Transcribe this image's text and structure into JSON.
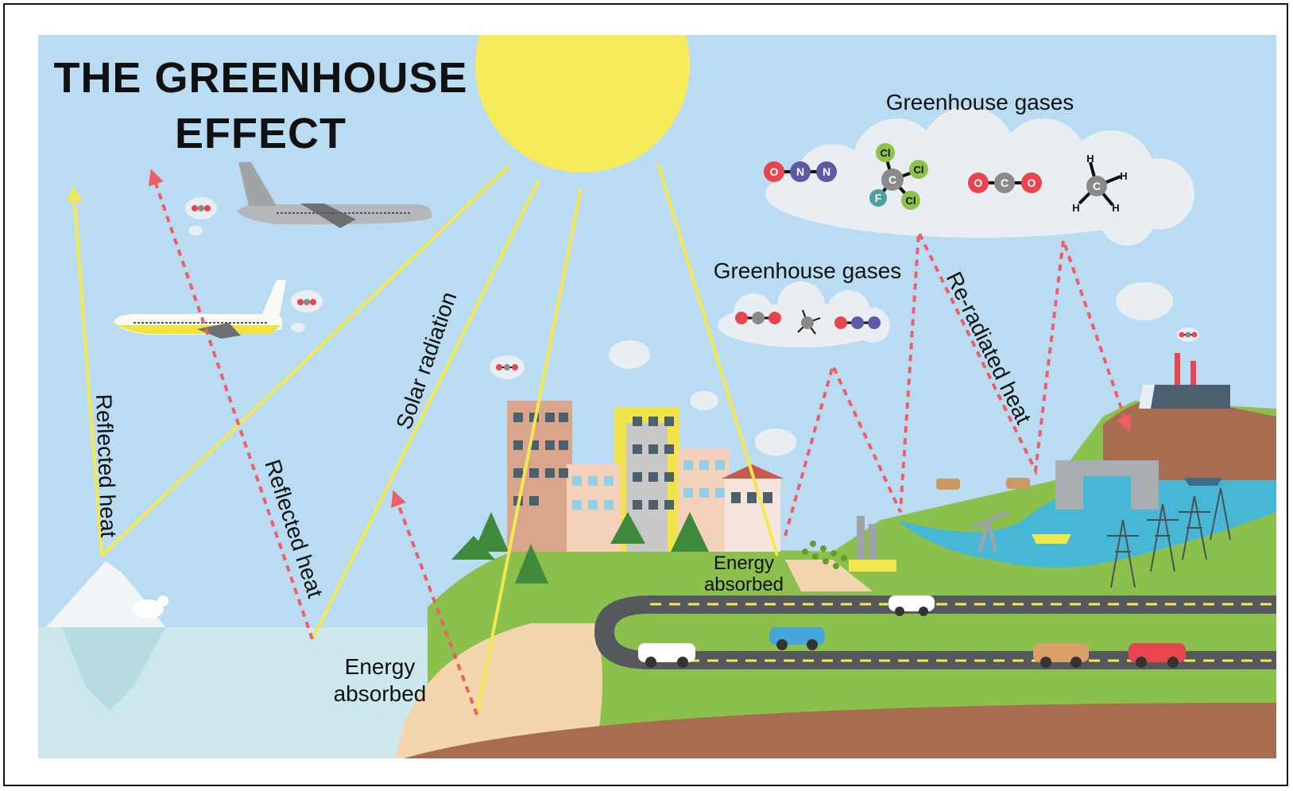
{
  "title_line1": "THE GREENHOUSE",
  "title_line2": "EFFECT",
  "labels": {
    "solar_radiation": "Solar radiation",
    "reflected_heat_1": "Reflected heat",
    "reflected_heat_2": "Reflected heat",
    "re_radiated_heat": "Re-radiated heat",
    "greenhouse_gases_top": "Greenhouse gases",
    "greenhouse_gases_mid": "Greenhouse gases",
    "energy_absorbed_ocean_1": "Energy",
    "energy_absorbed_ocean_2": "absorbed",
    "energy_absorbed_city_1": "Energy",
    "energy_absorbed_city_2": "absorbed"
  },
  "molecules": {
    "n2o": [
      "O",
      "N",
      "N"
    ],
    "co2": [
      "O",
      "C",
      "O"
    ],
    "cfc": {
      "center": "C",
      "top": "Cl",
      "right": "Cl",
      "bottom": "Cl",
      "left": "F"
    },
    "ch4": {
      "center": "C",
      "h": "H"
    }
  },
  "colors": {
    "sky": "#b9dcf2",
    "sun": "#f6eb5b",
    "solar_ray": "#f3e94f",
    "heat_arrow": "#ef5e67",
    "grass": "#8cc04c",
    "soil": "#a86d50",
    "sand": "#f3d6ad",
    "ocean": "#cde8ec",
    "road": "#55595e",
    "oxygen": "#e8454e",
    "nitrogen": "#5f5aa6",
    "carbon": "#8a8a8a",
    "chlorine": "#8fc24a",
    "fluorine": "#4d9fa0"
  }
}
